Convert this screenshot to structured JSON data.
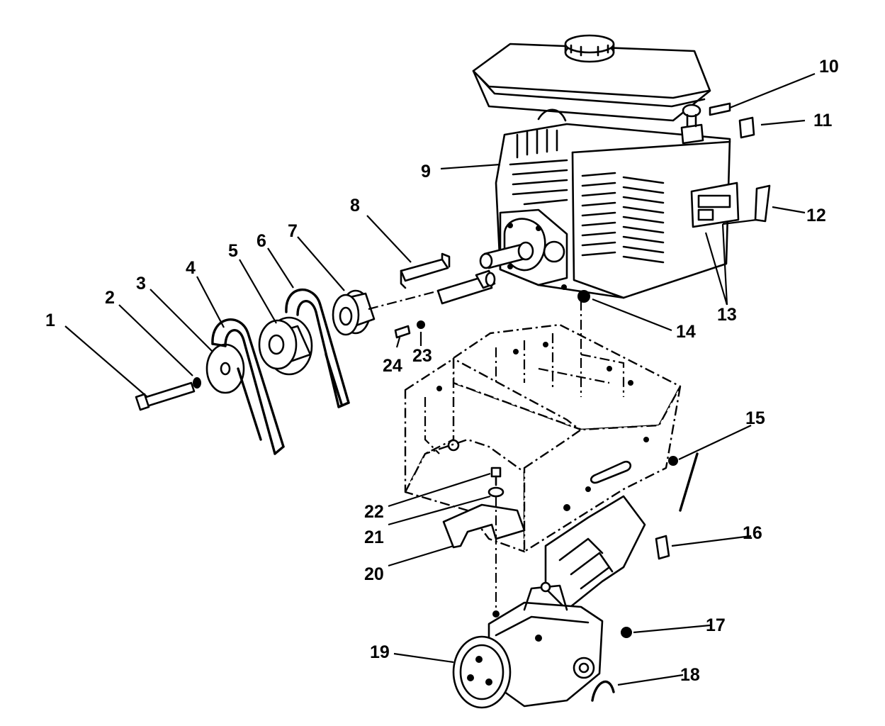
{
  "labels": {
    "n1": "1",
    "n2": "2",
    "n3": "3",
    "n4": "4",
    "n5": "5",
    "n6": "6",
    "n7": "7",
    "n8": "8",
    "n9": "9",
    "n10": "10",
    "n11": "11",
    "n12": "12",
    "n13": "13",
    "n14": "14",
    "n15": "15",
    "n16": "16",
    "n17": "17",
    "n18": "18",
    "n19": "19",
    "n20": "20",
    "n21": "21",
    "n22": "22",
    "n23": "23",
    "n24": "24"
  }
}
